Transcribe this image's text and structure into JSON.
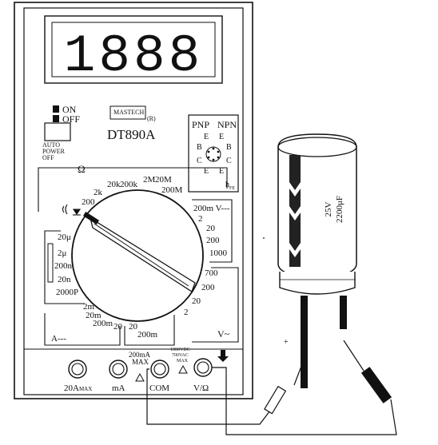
{
  "display": {
    "digits": "1888"
  },
  "switch": {
    "on": "ON",
    "off": "OFF",
    "auto_power": [
      "AUTO",
      "POWER",
      "OFF"
    ]
  },
  "brand": {
    "name": "MASTECH",
    "registered": "(R)",
    "model": "DT890A"
  },
  "transistor": {
    "pnp": "PNP",
    "npn": "NPN",
    "pins_left": [
      "E",
      "B",
      "C",
      "E"
    ],
    "pins_right": [
      "E",
      "B",
      "C",
      "E"
    ],
    "hfe": "h",
    "hfe_sub": "FE"
  },
  "dial": {
    "ohm_symbol": "Ω",
    "ohm_ranges": [
      "200",
      "2k",
      "20k",
      "200k",
      "2M",
      "20M",
      "200M"
    ],
    "dcv_ranges": [
      "200m V---",
      "2",
      "20",
      "200",
      "1000"
    ],
    "acv_ranges": [
      "700",
      "200",
      "20",
      "2"
    ],
    "cap_ranges": [
      "20μ",
      "2μ",
      "200n",
      "20n",
      "2000P"
    ],
    "dca_ranges": [
      "2m",
      "20m",
      "200m",
      "20"
    ],
    "aca_ranges": [
      "20",
      "200m"
    ],
    "dca_label": "A---",
    "acv_label": "V~"
  },
  "jacks": {
    "a20": "20A",
    "a20_sub": "MAX",
    "ma": "mA",
    "com": "COM",
    "vohm": "V/Ω",
    "ma_limit": [
      "200mA",
      "MAX"
    ],
    "v_limit": [
      "1000VDC",
      "700VAC",
      "MAX"
    ]
  },
  "capacitor": {
    "voltage": "25V",
    "capacitance": "2200μF"
  },
  "circuit": {
    "plus": "+"
  }
}
